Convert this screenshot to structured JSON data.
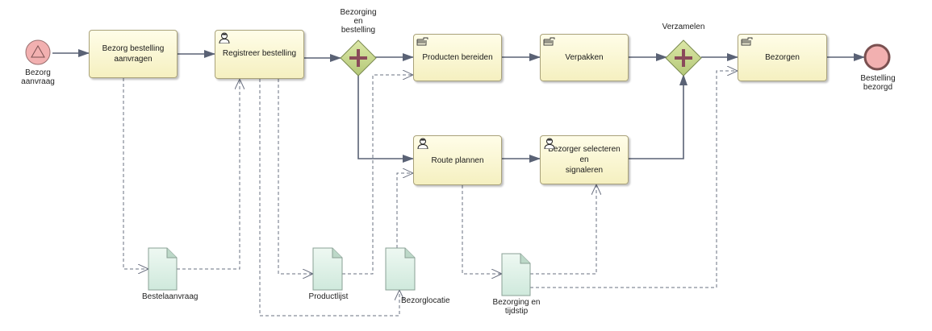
{
  "events": {
    "start": {
      "label_line1": "Bezorg",
      "label_line2": "aanvraag"
    },
    "end": {
      "label_line1": "Bestelling",
      "label_line2": "bezorgd"
    }
  },
  "tasks": {
    "bezorg_bestelling": {
      "line1": "Bezorg bestelling",
      "line2": "aanvragen"
    },
    "registreer": {
      "label": "Registreer bestelling"
    },
    "producten": {
      "label": "Producten bereiden"
    },
    "verpakken": {
      "label": "Verpakken"
    },
    "bezorgen": {
      "label": "Bezorgen"
    },
    "route": {
      "label": "Route plannen"
    },
    "bezorger": {
      "line1": "Bezorger selecteren en",
      "line2": "signaleren"
    }
  },
  "gateways": {
    "split": {
      "line1": "Bezorging",
      "line2": "en",
      "line3": "bestelling"
    },
    "join": {
      "label": "Verzamelen"
    }
  },
  "data_objects": {
    "bestelaanvraag": {
      "label": "Bestelaanvraag"
    },
    "productlijst": {
      "label": "Productlijst"
    },
    "bezorglocatie": {
      "label": "Bezorglocatie"
    },
    "bezorging_tijdstip": {
      "line1": "Bezorging en",
      "line2": "tijdstip"
    }
  },
  "colors": {
    "task_fill": "#f5f0c0",
    "start_fill": "#f2b0b0",
    "end_fill": "#f2b0b0",
    "gateway_fill": "#c9d98c",
    "data_fill": "#d8efe4",
    "flow": "#5a6275"
  },
  "icons": {
    "user_task": "person-icon",
    "manual_task": "hand-icon",
    "gateway": "parallel-plus-icon",
    "start_trigger": "triangle-signal-icon"
  }
}
